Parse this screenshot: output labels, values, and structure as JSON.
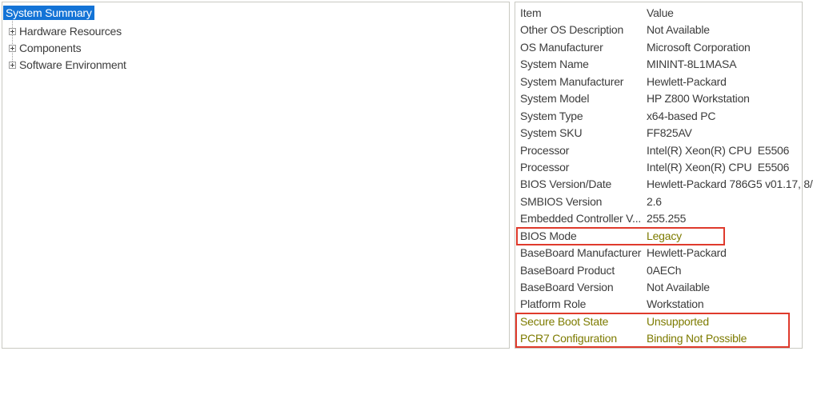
{
  "colors": {
    "selection-bg": "#1373d6",
    "selection-text": "#ffffff",
    "text": "#3c3c3c",
    "olive": "#7d7b00",
    "annotation-red": "#df3a2c",
    "border": "#c9c9c2"
  },
  "tree": {
    "selected_label": "System Summary",
    "items": [
      {
        "label": "Hardware Resources"
      },
      {
        "label": "Components"
      },
      {
        "label": "Software Environment"
      }
    ]
  },
  "table": {
    "columns": [
      "Item",
      "Value"
    ],
    "rows": [
      {
        "item": "Other OS Description",
        "value": "Not Available",
        "item_style": "",
        "value_style": ""
      },
      {
        "item": "OS Manufacturer",
        "value": "Microsoft Corporation",
        "item_style": "",
        "value_style": ""
      },
      {
        "item": "System Name",
        "value": "MININT-8L1MASA",
        "item_style": "",
        "value_style": ""
      },
      {
        "item": "System Manufacturer",
        "value": "Hewlett-Packard",
        "item_style": "",
        "value_style": ""
      },
      {
        "item": "System Model",
        "value": "HP Z800 Workstation",
        "item_style": "",
        "value_style": ""
      },
      {
        "item": "System Type",
        "value": "x64-based PC",
        "item_style": "",
        "value_style": ""
      },
      {
        "item": "System SKU",
        "value": "FF825AV",
        "item_style": "",
        "value_style": ""
      },
      {
        "item": "Processor",
        "value": "Intel(R) Xeon(R) CPU  E5506",
        "item_style": "",
        "value_style": ""
      },
      {
        "item": "Processor",
        "value": "Intel(R) Xeon(R) CPU  E5506",
        "item_style": "",
        "value_style": ""
      },
      {
        "item": "BIOS Version/Date",
        "value": "Hewlett-Packard 786G5 v01.17, 8/",
        "item_style": "",
        "value_style": ""
      },
      {
        "item": "SMBIOS Version",
        "value": "2.6",
        "item_style": "",
        "value_style": ""
      },
      {
        "item": "Embedded Controller V...",
        "value": "255.255",
        "item_style": "",
        "value_style": ""
      },
      {
        "item": "BIOS Mode",
        "value": "Legacy",
        "item_style": "",
        "value_style": "olive"
      },
      {
        "item": "BaseBoard Manufacturer",
        "value": "Hewlett-Packard",
        "item_style": "",
        "value_style": ""
      },
      {
        "item": "BaseBoard Product",
        "value": "0AECh",
        "item_style": "",
        "value_style": ""
      },
      {
        "item": "BaseBoard Version",
        "value": "Not Available",
        "item_style": "",
        "value_style": ""
      },
      {
        "item": "Platform Role",
        "value": "Workstation",
        "item_style": "",
        "value_style": ""
      },
      {
        "item": "Secure Boot State",
        "value": "Unsupported",
        "item_style": "olive",
        "value_style": "olive"
      },
      {
        "item": "PCR7 Configuration",
        "value": "Binding Not Possible",
        "item_style": "olive",
        "value_style": "olive"
      }
    ]
  }
}
